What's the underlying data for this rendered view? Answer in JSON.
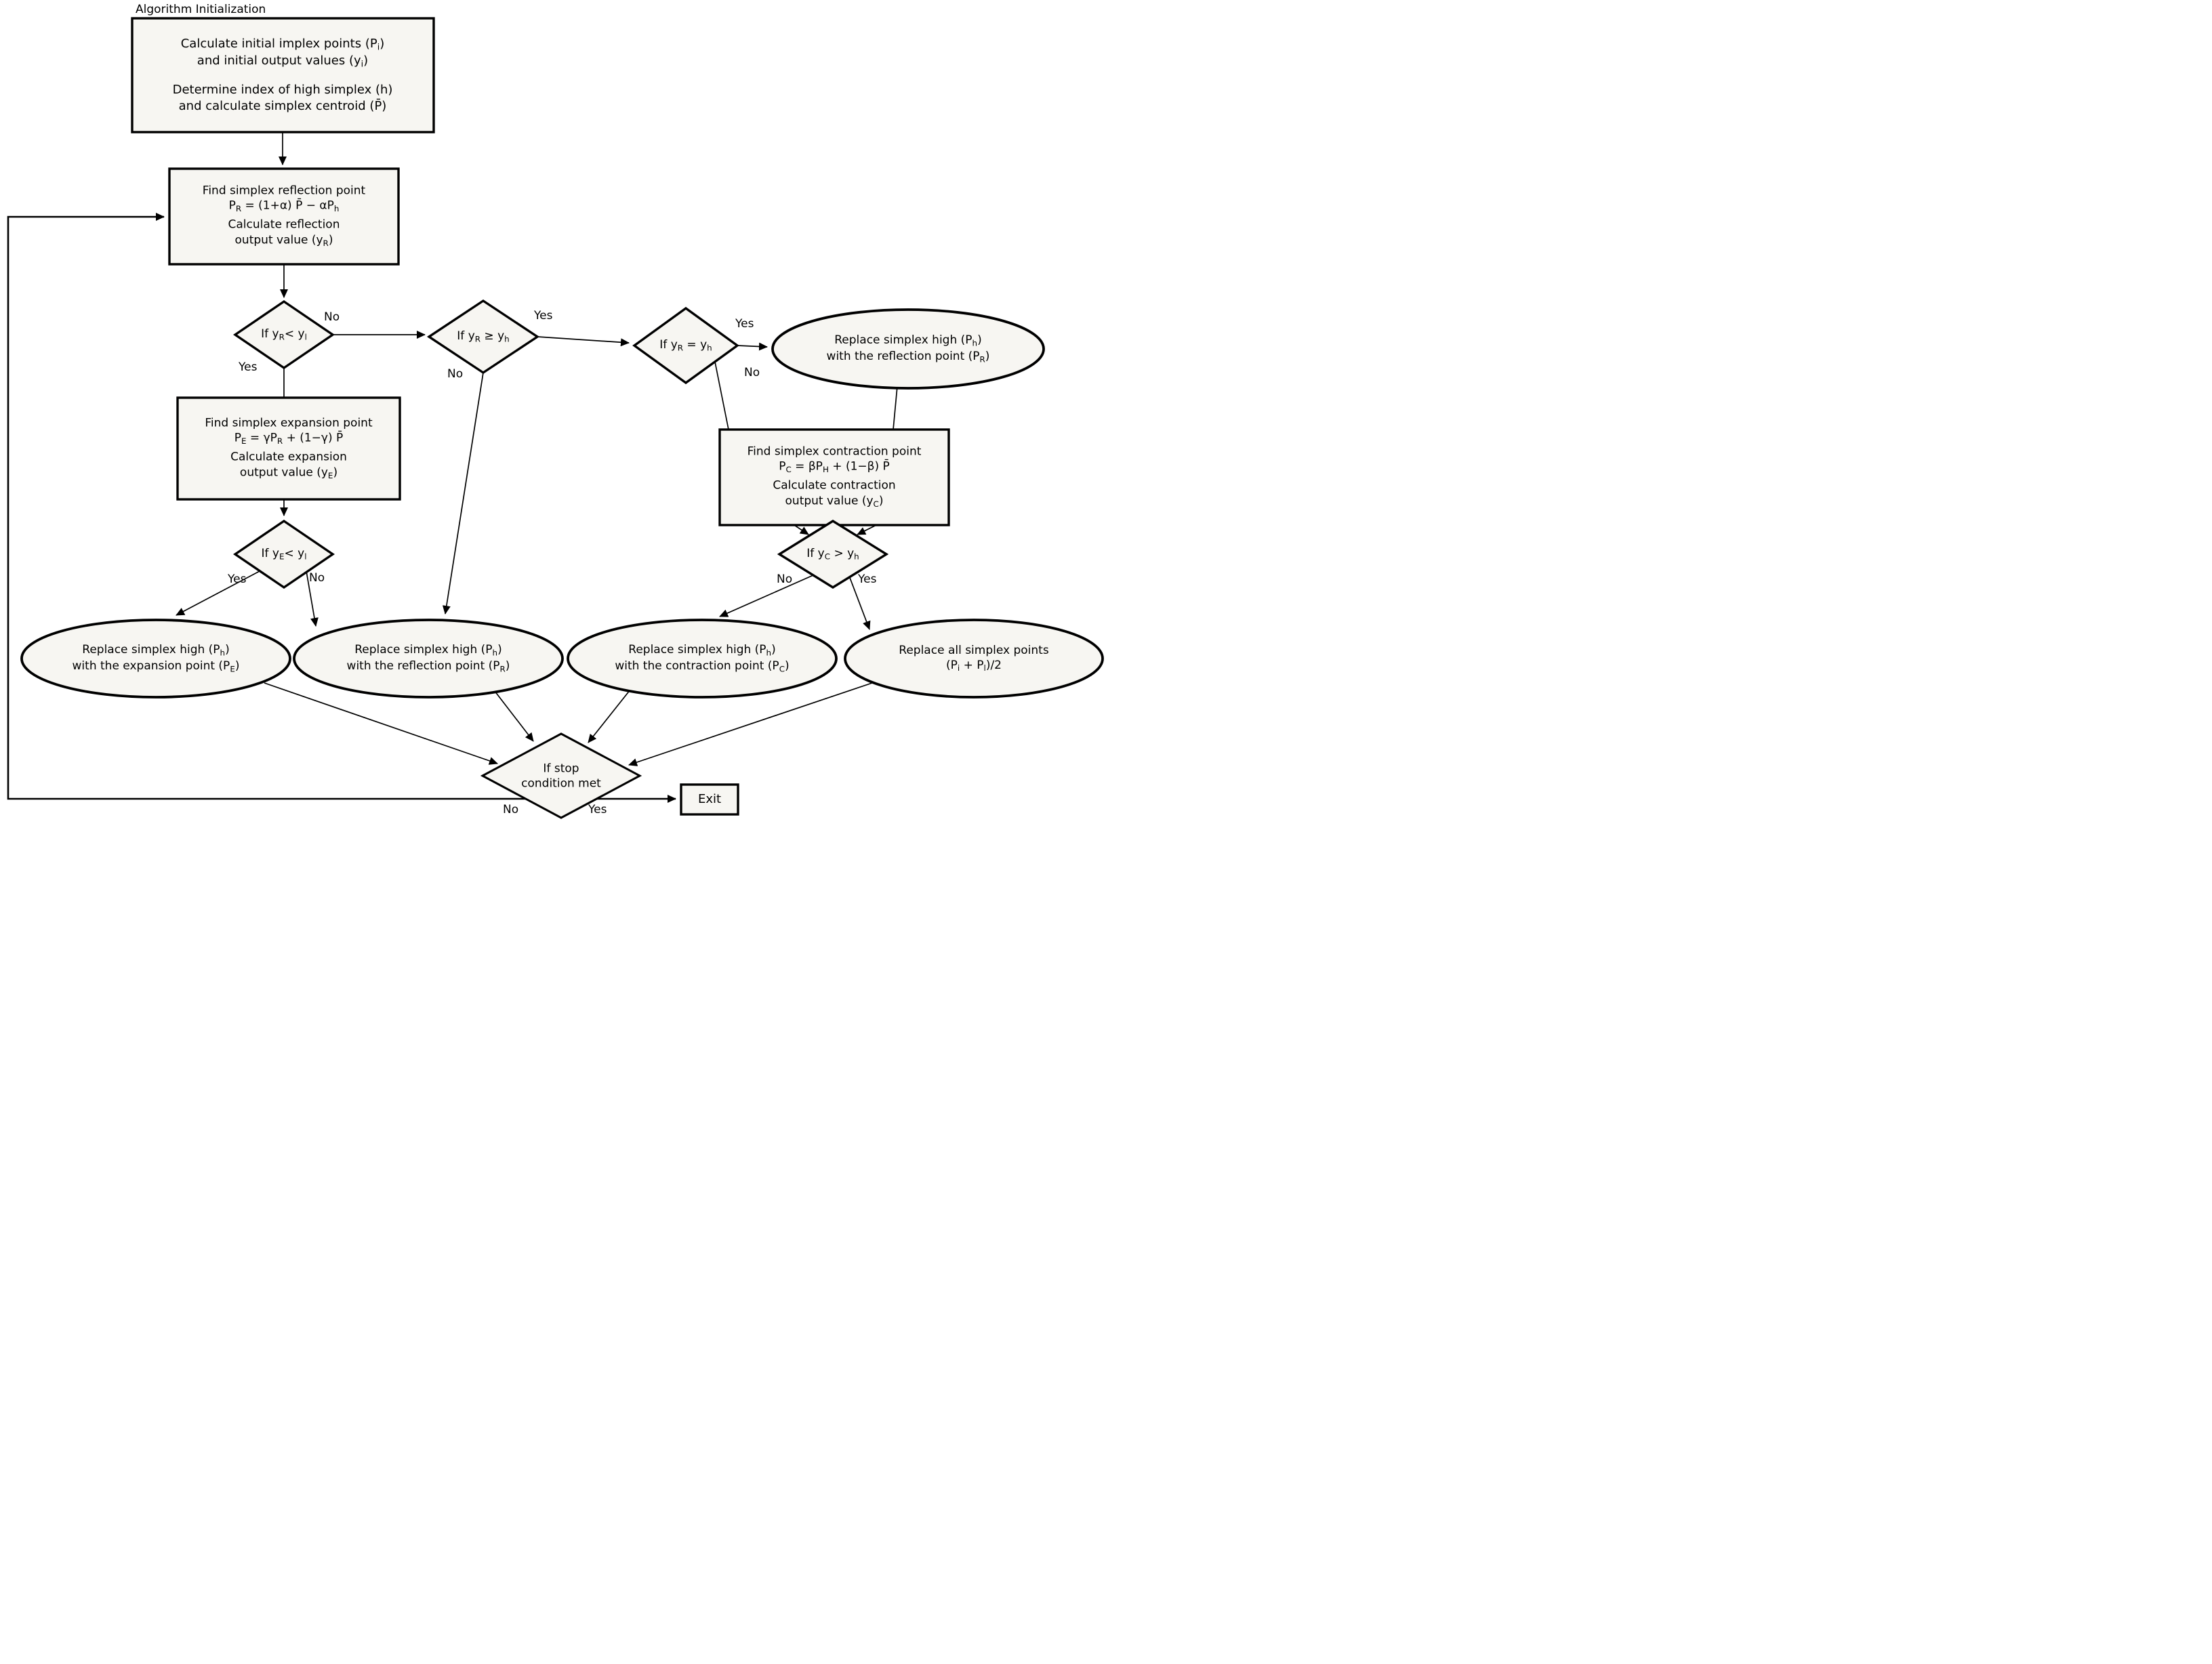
{
  "colors": {
    "stroke": "#000000",
    "shape_fill": "#f7f6f2",
    "background": "#ffffff"
  },
  "labels": {
    "yes": "Yes",
    "no": "No"
  },
  "title": "Algorithm Initialization",
  "nodes": {
    "init": {
      "lines": [
        [
          {
            "t": "Calculate initial implex points (P"
          },
          {
            "t": "i",
            "sub": true
          },
          {
            "t": ")"
          }
        ],
        [
          {
            "t": "and initial output values (y"
          },
          {
            "t": "i",
            "sub": true
          },
          {
            "t": ")"
          }
        ],
        [
          {
            "t": "Determine index of high simplex (h)"
          }
        ],
        [
          {
            "t": "and calculate simplex centroid (P̄)"
          }
        ]
      ]
    },
    "reflection": {
      "lines": [
        [
          {
            "t": "Find simplex reflection point"
          }
        ],
        [
          {
            "t": "P"
          },
          {
            "t": "R",
            "sub": true
          },
          {
            "t": " = (1+α) P̄ − αP"
          },
          {
            "t": "h",
            "sub": true
          }
        ],
        [
          {
            "t": "Calculate reflection"
          }
        ],
        [
          {
            "t": "output value (y"
          },
          {
            "t": "R",
            "sub": true
          },
          {
            "t": ")"
          }
        ]
      ]
    },
    "expansion": {
      "lines": [
        [
          {
            "t": "Find simplex expansion point"
          }
        ],
        [
          {
            "t": "P"
          },
          {
            "t": "E",
            "sub": true
          },
          {
            "t": " = γP"
          },
          {
            "t": "R",
            "sub": true
          },
          {
            "t": " + (1−γ) P̄"
          }
        ],
        [
          {
            "t": "Calculate expansion"
          }
        ],
        [
          {
            "t": "output value (y"
          },
          {
            "t": "E",
            "sub": true
          },
          {
            "t": ")"
          }
        ]
      ]
    },
    "contraction": {
      "lines": [
        [
          {
            "t": "Find simplex contraction point"
          }
        ],
        [
          {
            "t": "P"
          },
          {
            "t": "C",
            "sub": true
          },
          {
            "t": " = βP"
          },
          {
            "t": "H",
            "sub": true
          },
          {
            "t": " + (1−β) P̄"
          }
        ],
        [
          {
            "t": "Calculate contraction"
          }
        ],
        [
          {
            "t": "output value (y"
          },
          {
            "t": "C",
            "sub": true
          },
          {
            "t": ")"
          }
        ]
      ]
    },
    "d_reflect_low": {
      "line": [
        {
          "t": "If  y"
        },
        {
          "t": "R",
          "sub": true
        },
        {
          "t": "< y"
        },
        {
          "t": "l",
          "sub": true
        }
      ]
    },
    "d_reflect_high": {
      "line": [
        {
          "t": "If  y"
        },
        {
          "t": "R",
          "sub": true
        },
        {
          "t": " ≥ y"
        },
        {
          "t": "h",
          "sub": true
        }
      ]
    },
    "d_reflect_eq": {
      "line": [
        {
          "t": "If  y"
        },
        {
          "t": "R",
          "sub": true
        },
        {
          "t": " = y"
        },
        {
          "t": "h",
          "sub": true
        }
      ]
    },
    "d_expand_low": {
      "line": [
        {
          "t": "If  y"
        },
        {
          "t": "E",
          "sub": true
        },
        {
          "t": "< y"
        },
        {
          "t": "l",
          "sub": true
        }
      ]
    },
    "d_contract_high": {
      "line": [
        {
          "t": "If  y"
        },
        {
          "t": "C",
          "sub": true
        },
        {
          "t": " > y"
        },
        {
          "t": "h",
          "sub": true
        }
      ]
    },
    "stop": {
      "lines": [
        [
          {
            "t": "If  stop"
          }
        ],
        [
          {
            "t": "condition met"
          }
        ]
      ]
    },
    "exit": {
      "label": "Exit"
    },
    "ell_reflect_top": {
      "lines": [
        [
          {
            "t": "Replace simplex high (P"
          },
          {
            "t": "h",
            "sub": true
          },
          {
            "t": ")"
          }
        ],
        [
          {
            "t": "with the reflection point (P"
          },
          {
            "t": "R",
            "sub": true
          },
          {
            "t": ")"
          }
        ]
      ]
    },
    "ell_expand": {
      "lines": [
        [
          {
            "t": "Replace simplex high (P"
          },
          {
            "t": "h",
            "sub": true
          },
          {
            "t": ")"
          }
        ],
        [
          {
            "t": "with the expansion point (P"
          },
          {
            "t": "E",
            "sub": true
          },
          {
            "t": ")"
          }
        ]
      ]
    },
    "ell_reflect": {
      "lines": [
        [
          {
            "t": "Replace simplex high (P"
          },
          {
            "t": "h",
            "sub": true
          },
          {
            "t": ")"
          }
        ],
        [
          {
            "t": "with the reflection point (P"
          },
          {
            "t": "R",
            "sub": true
          },
          {
            "t": ")"
          }
        ]
      ]
    },
    "ell_contract": {
      "lines": [
        [
          {
            "t": "Replace simplex high (P"
          },
          {
            "t": "h",
            "sub": true
          },
          {
            "t": ")"
          }
        ],
        [
          {
            "t": "with the contraction point (P"
          },
          {
            "t": "C",
            "sub": true
          },
          {
            "t": ")"
          }
        ]
      ]
    },
    "ell_shrink": {
      "lines": [
        [
          {
            "t": "Replace all simplex points"
          }
        ],
        [
          {
            "t": "(P"
          },
          {
            "t": "i",
            "sub": true
          },
          {
            "t": " + P"
          },
          {
            "t": "l",
            "sub": true
          },
          {
            "t": ")/2"
          }
        ]
      ]
    }
  }
}
